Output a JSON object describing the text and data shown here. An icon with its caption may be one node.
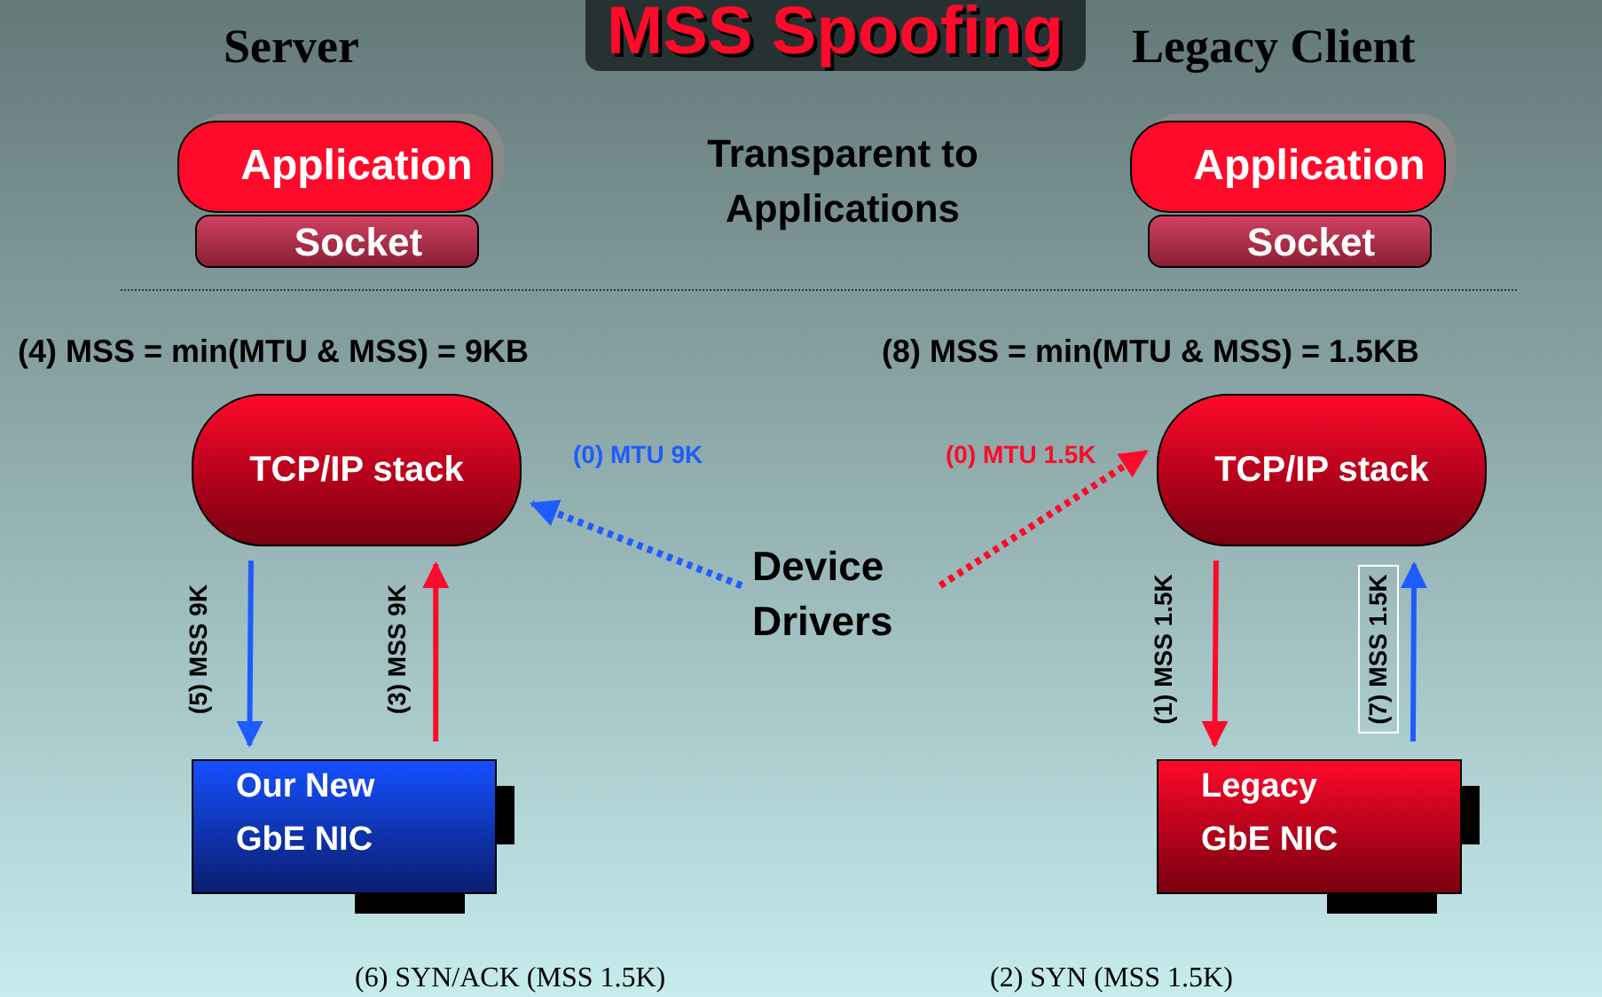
{
  "diagram": {
    "title": "MSS Spoofing",
    "nodes": [
      {
        "text": [
          "Application"
        ]
      },
      {
        "text": [
          "Socket"
        ]
      },
      {
        "text": [
          "Application"
        ]
      },
      {
        "text": [
          "Socket"
        ]
      },
      {
        "text": [
          "TCP/IP stack"
        ]
      },
      {
        "text": [
          "TCP/IP stack"
        ]
      },
      {
        "text": [
          "Device Drivers"
        ]
      },
      {
        "text": [
          "Our New GbE NIC"
        ]
      },
      {
        "text": [
          "Legacy GbE NIC"
        ]
      }
    ],
    "edges": [
      {
        "from": 6,
        "to": 4,
        "arrow": "to",
        "label": "(0) MTU 9K",
        "style": "dashed",
        "color": "#1f5cff"
      },
      {
        "from": 6,
        "to": 5,
        "arrow": "to",
        "label": "(0) MTU 1.5K",
        "style": "dashed",
        "color": "#ff0a2a"
      },
      {
        "from": 4,
        "to": 7,
        "arrow": "to",
        "label": "(5) MSS 9K",
        "color": "#1f5cff"
      },
      {
        "from": 7,
        "to": 4,
        "arrow": "to",
        "label": "(3) MSS 9K",
        "color": "#ff0a2a"
      },
      {
        "from": 5,
        "to": 8,
        "arrow": "to",
        "label": "(1) MSS 1.5K",
        "color": "#ff0a2a"
      },
      {
        "from": 8,
        "to": 5,
        "arrow": "to",
        "label": "(7) MSS 1.5K",
        "color": "#1f5cff"
      }
    ],
    "labels": [
      "Server",
      "Legacy Client",
      "Transparent to Applications",
      "(4) MSS = min(MTU & MSS) = 9KB",
      "(8) MSS = min(MTU & MSS) = 1.5KB",
      "(6) SYN/ACK (MSS 1.5K)",
      "(2) SYN (MSS 1.5K)"
    ]
  }
}
